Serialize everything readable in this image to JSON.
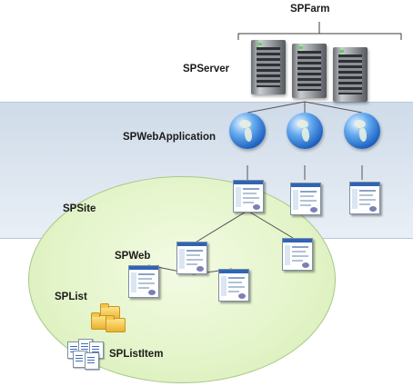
{
  "diagram": {
    "labels": {
      "farm": "SPFarm",
      "server": "SPServer",
      "web_application": "SPWebApplication",
      "site": "SPSite",
      "web": "SPWeb",
      "list": "SPList",
      "list_item": "SPListItem"
    },
    "icons": {
      "server": "server-icon",
      "web_application": "globe-icon",
      "web": "web-page-icon",
      "list": "folder-icon",
      "list_item": "document-icon"
    },
    "colors": {
      "band": "#dfe7f1",
      "site_area": "#e3f4c8",
      "connector": "#3c3c3c"
    }
  }
}
